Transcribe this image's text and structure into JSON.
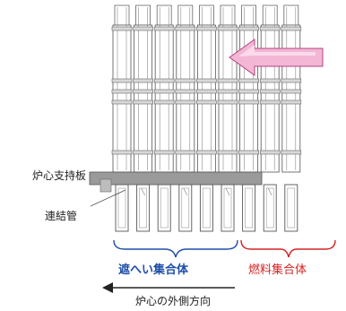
{
  "labels": {
    "core_support_plate": "炉心支持板",
    "connecting_tube": "連結管",
    "shield_group": "遮へい集合体",
    "fuel_group": "燃料集合体",
    "direction": "炉心の外側方向"
  },
  "colors": {
    "shield": "#1f4fa8",
    "fuel": "#d42424",
    "arrow_fill": "#f2b7d6",
    "arrow_stroke": "#b0477e",
    "structure": "#666666",
    "plate": "#8c8c8c"
  },
  "assemblies": {
    "count": 9,
    "shield_count": 6,
    "fuel_count": 3
  }
}
